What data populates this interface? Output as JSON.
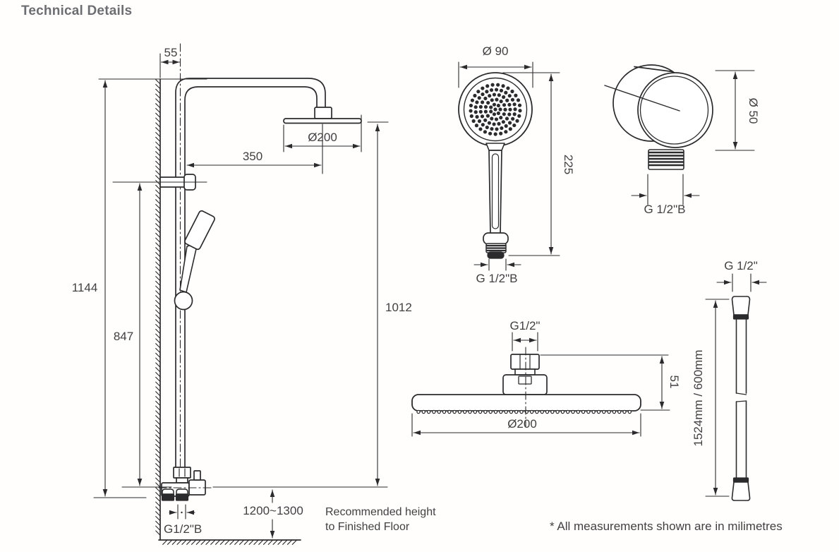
{
  "title": "Technical Details",
  "footnote": "* All measurements shown are in milimetres",
  "column_view": {
    "wall_offset": "55",
    "arm_reach": "350",
    "head_diameter": "Ø200",
    "overall_height": "1144",
    "slide_bar_height": "847",
    "head_height": "1012",
    "install_height": "1200~1300",
    "inlet_thread": "G1/2\"B",
    "note_line1": "Recommended height",
    "note_line2": "to Finished Floor"
  },
  "handshower_view": {
    "diameter": "Ø 90",
    "length": "225",
    "thread": "G 1/2\"B"
  },
  "outlet_view": {
    "diameter": "Ø 50",
    "thread": "G 1/2\"B"
  },
  "overhead_view": {
    "thread": "G1/2\"",
    "thickness": "51",
    "diameter": "Ø200"
  },
  "hose_view": {
    "thread": "G 1/2\"",
    "length": "1524mm / 600mm"
  },
  "colors": {
    "line": "#2b2b2d",
    "text": "#414042",
    "title": "#6d6e71",
    "background": "#ffffff"
  }
}
